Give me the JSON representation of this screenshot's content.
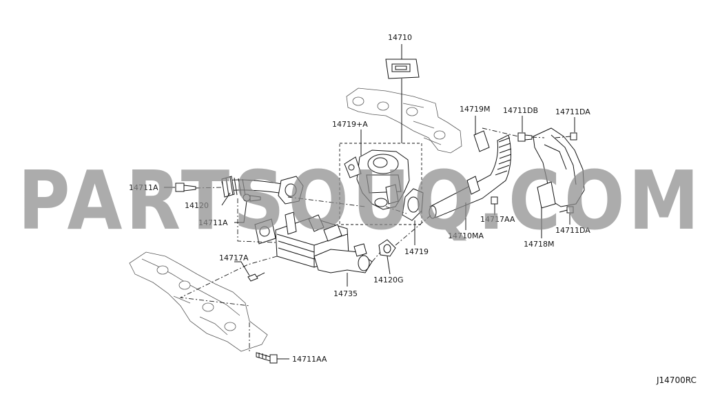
{
  "watermark": "PARTSOUQ.COM",
  "diagram_code": "J14700RC",
  "callouts": [
    {
      "id": "c-14710",
      "text": "14710"
    },
    {
      "id": "c-14719A",
      "text": "14719+A"
    },
    {
      "id": "c-14719M",
      "text": "14719M"
    },
    {
      "id": "c-14711DB",
      "text": "14711DB"
    },
    {
      "id": "c-14711DA-top",
      "text": "14711DA"
    },
    {
      "id": "c-14711A-left",
      "text": "14711A"
    },
    {
      "id": "c-14120",
      "text": "14120"
    },
    {
      "id": "c-14711A-mid",
      "text": "14711A"
    },
    {
      "id": "c-14717AA",
      "text": "14717AA"
    },
    {
      "id": "c-14711DA-bot",
      "text": "14711DA"
    },
    {
      "id": "c-14710MA",
      "text": "14710MA"
    },
    {
      "id": "c-14718M",
      "text": "14718M"
    },
    {
      "id": "c-14719",
      "text": "14719"
    },
    {
      "id": "c-14717A",
      "text": "14717A"
    },
    {
      "id": "c-14120G",
      "text": "14120G"
    },
    {
      "id": "c-14735",
      "text": "14735"
    },
    {
      "id": "c-14711AA",
      "text": "14711AA"
    }
  ]
}
